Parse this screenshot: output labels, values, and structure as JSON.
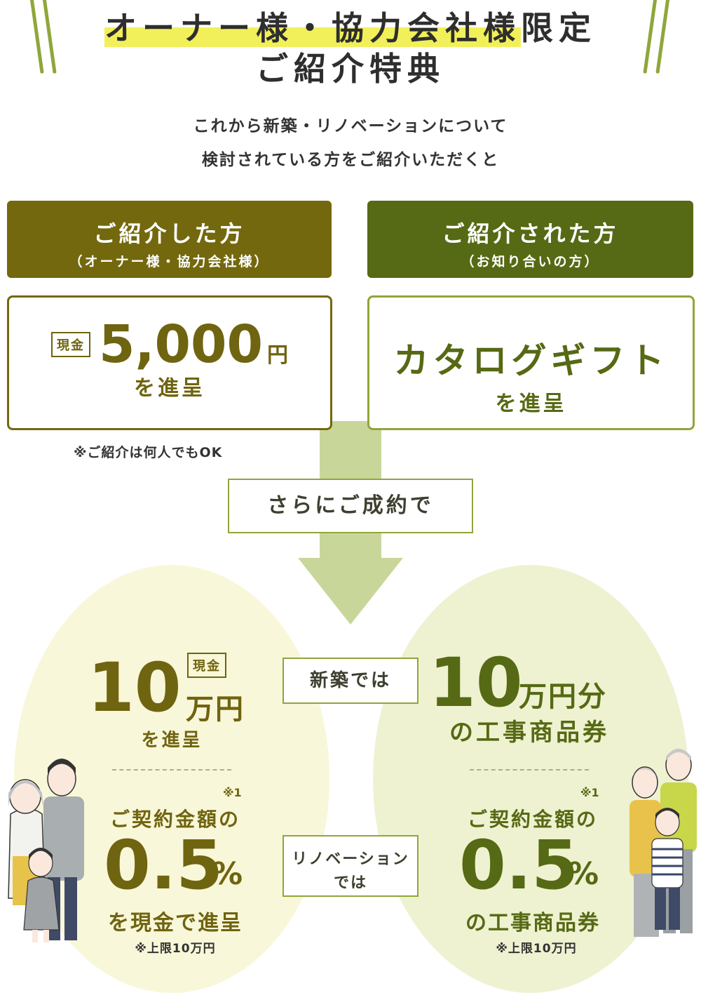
{
  "heading": {
    "line1_highlight": "オーナー様・協力会社様",
    "line1_rest": "限定",
    "line2": "ご紹介特典"
  },
  "lead": {
    "line1": "これから新築・リノベーションについて",
    "line2": "検討されている方をご紹介いただくと"
  },
  "referrer": {
    "title": "ご紹介した方",
    "subtitle": "（オーナー様・協力会社様）",
    "cash_tag": "現金",
    "amount": "5,000",
    "unit": "円",
    "present": "を進呈",
    "note": "※ご紹介は何人でもOK"
  },
  "referred": {
    "title": "ご紹介された方",
    "subtitle": "（お知り合いの方）",
    "gift": "カタログギフト",
    "present": "を進呈"
  },
  "contract_label": "さらにご成約で",
  "new_build": {
    "label": "新築では",
    "left_tag": "現金",
    "left_amount": "10",
    "left_unit": "万円",
    "left_present": "を進呈",
    "right_amount": "10",
    "right_unit": "万円分",
    "right_present": "の工事商品券"
  },
  "renovation": {
    "label_line1": "リノベーション",
    "label_line2": "では",
    "note_mark": "※1",
    "left_lead": "ご契約金額の",
    "left_amount": "0.5",
    "left_unit": "%",
    "left_present": "を現金で進呈",
    "left_limit": "※上限10万円",
    "right_lead": "ご契約金額の",
    "right_amount": "0.5",
    "right_unit": "%",
    "right_present": "の工事商品券",
    "right_limit": "※上限10万円"
  },
  "colors": {
    "olive_header": "#73680d",
    "green_header": "#566914",
    "arrow": "#c9d69a",
    "circle_left": "#f8f7d9",
    "circle_right": "#eef2d1",
    "highlight": "#f2f05a"
  }
}
